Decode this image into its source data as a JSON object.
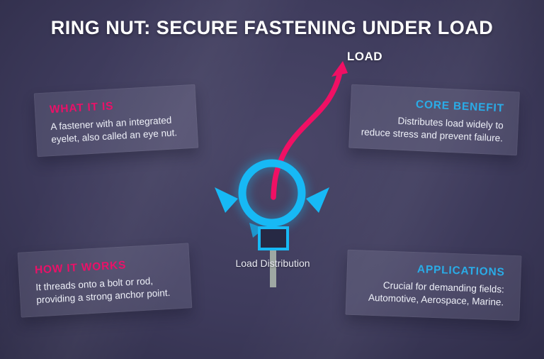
{
  "title": "RING NUT: SECURE FASTENING UNDER LOAD",
  "diagram": {
    "load_label": "LOAD",
    "distribution_label": "Load Distribution"
  },
  "cards": {
    "what_it_is": {
      "heading": "WHAT IT IS",
      "lines": [
        "A fastener with an integrated",
        "eyelet, also called an eye nut."
      ]
    },
    "core_benefit": {
      "heading": "CORE BENEFIT",
      "lines": [
        "Distributes load widely to",
        "reduce stress and prevent failure."
      ]
    },
    "how_it_works": {
      "heading": "HOW IT WORKS",
      "lines": [
        "It threads onto a bolt or rod,",
        "providing a strong anchor point."
      ]
    },
    "applications": {
      "heading": "APPLICATIONS",
      "lines": [
        "Crucial for demanding fields:",
        "Automotive, Aerospace, Marine."
      ]
    }
  },
  "colors": {
    "background": "#3e3b5c",
    "accent_pink": "#ea1168",
    "accent_cyan": "#2aace7",
    "ring_cyan": "#17b9f5",
    "arrow_pink": "#f01064",
    "rod_gray": "#9fa8a3",
    "nut_fill": "#262944"
  }
}
